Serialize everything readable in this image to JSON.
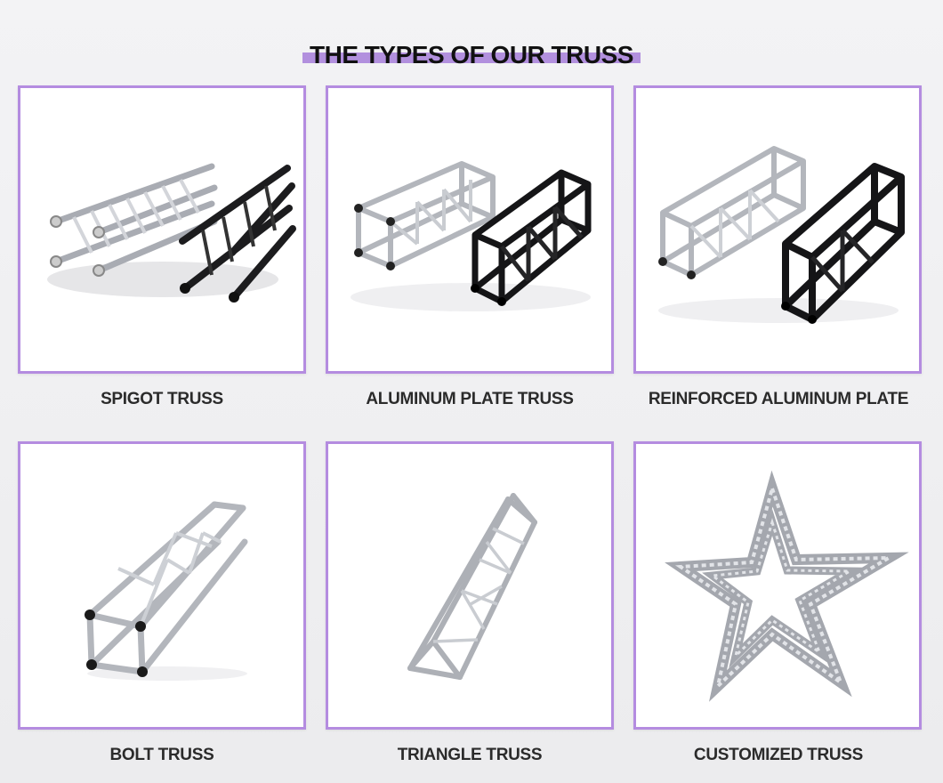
{
  "page": {
    "title": "THE TYPES OF OUR TRUSS",
    "accent_color": "#b48ce0"
  },
  "products": [
    {
      "label": "SPIGOT TRUSS",
      "icon": "spigot-truss-image"
    },
    {
      "label": "ALUMINUM PLATE TRUSS",
      "icon": "aluminum-plate-truss-image"
    },
    {
      "label": "REINFORCED ALUMINUM PLATE",
      "icon": "reinforced-aluminum-plate-image"
    },
    {
      "label": "BOLT TRUSS",
      "icon": "bolt-truss-image"
    },
    {
      "label": "TRIANGLE TRUSS",
      "icon": "triangle-truss-image"
    },
    {
      "label": "CUSTOMIZED TRUSS",
      "icon": "customized-star-truss-image"
    }
  ]
}
